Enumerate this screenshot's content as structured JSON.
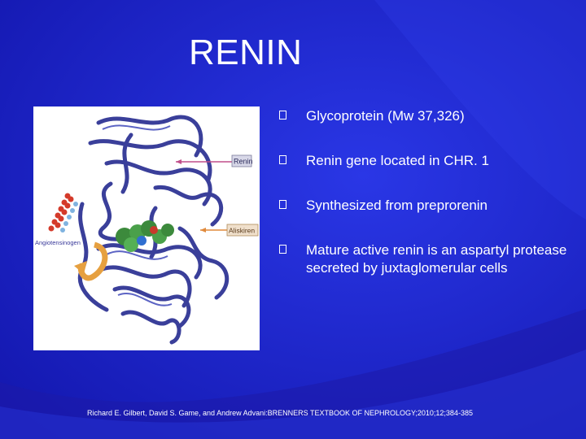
{
  "slide": {
    "title": "RENIN",
    "bullets": [
      {
        "text": "Glycoprotein (Mw 37,326)"
      },
      {
        "text": "Renin gene located in CHR. 1"
      },
      {
        "text": "Synthesized from preprorenin"
      },
      {
        "text": "Mature active renin is an aspartyl protease secreted  by juxtaglomerular cells"
      }
    ],
    "figure": {
      "labels": {
        "renin": "Renin",
        "aliskiren": "Aliskiren",
        "angiotensinogen": "Angiotensinogen"
      }
    },
    "citation": "Richard E. Gilbert, David S. Game, and Andrew Advani:BRENNERS TEXTBOOK OF NEPHROLOGY;2010;12;384-385"
  },
  "colors": {
    "background": "#1a22c8",
    "ribbon": "#3a3f9a",
    "arrow_pink": "#c04f8a",
    "arrow_orange": "#e08a3c",
    "text": "#ffffff"
  }
}
